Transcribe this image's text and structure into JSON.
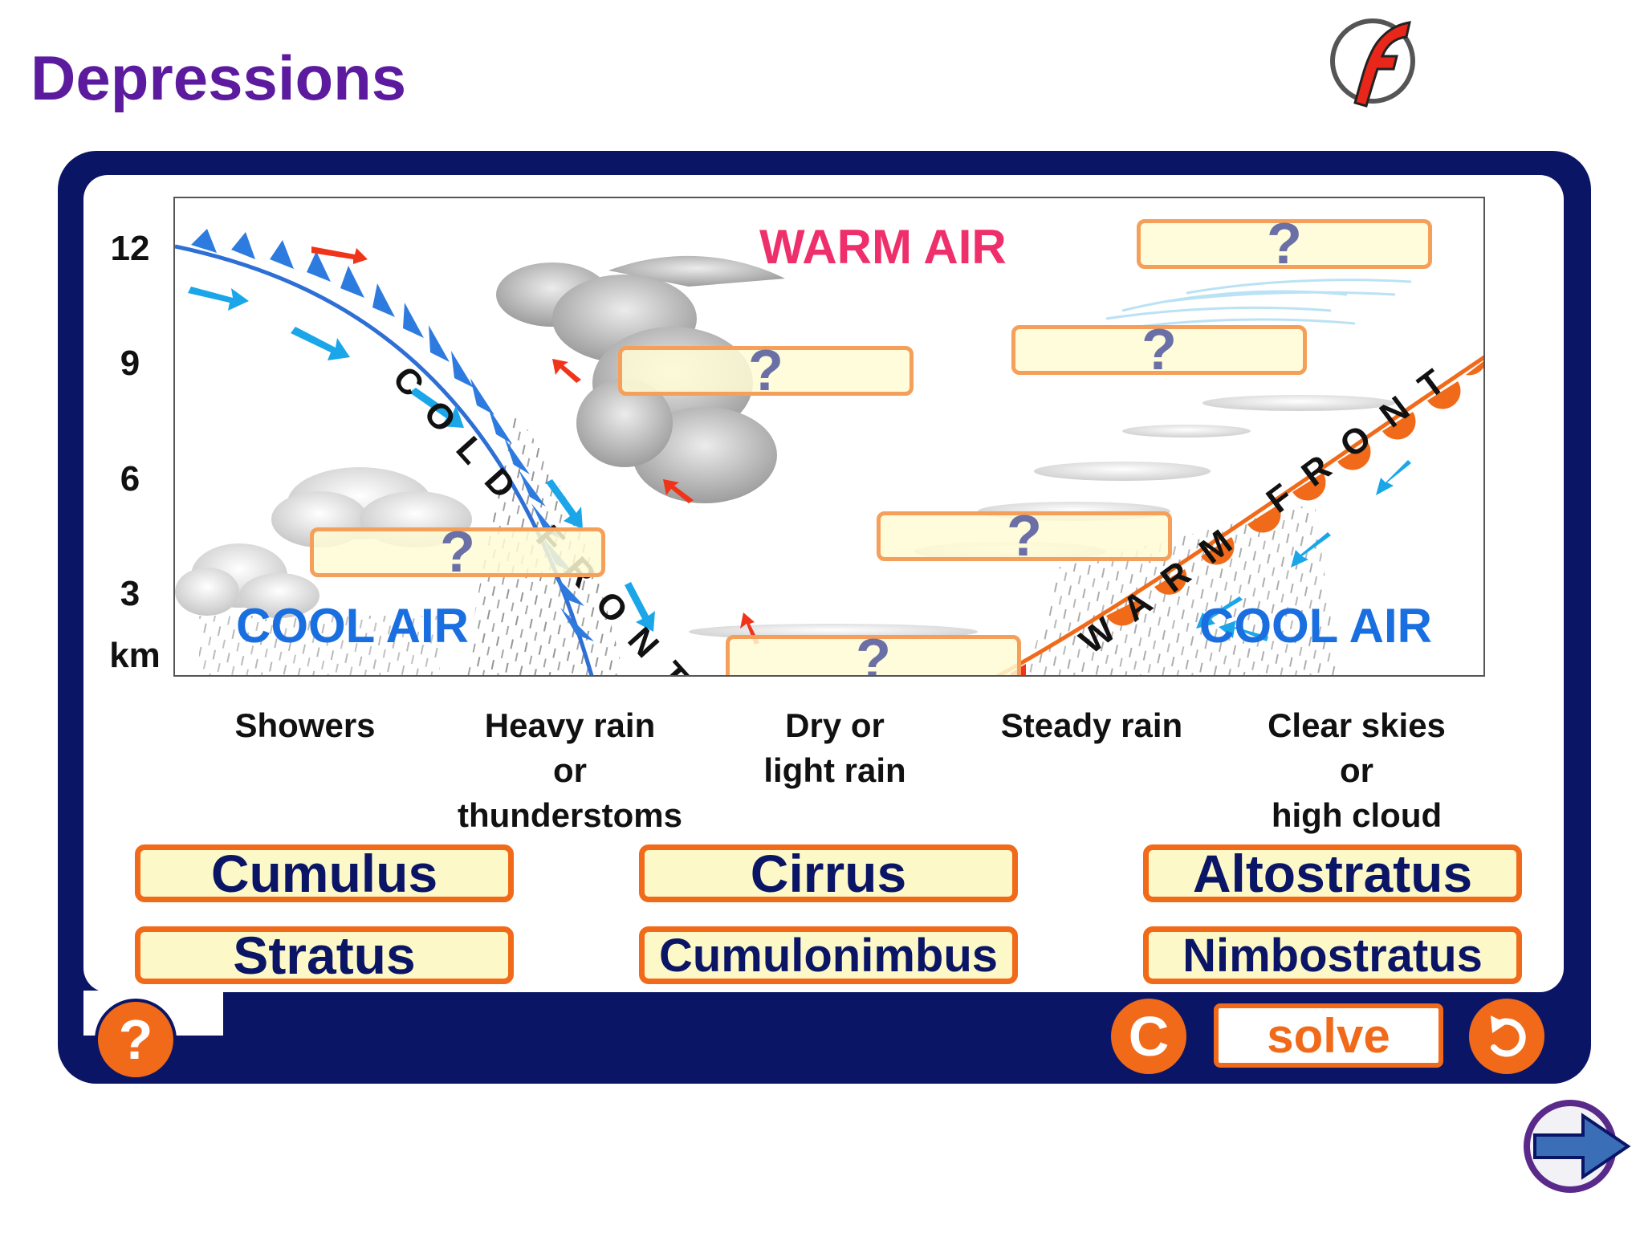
{
  "title": "Depressions",
  "logo_icon": "flash-logo-icon",
  "colors": {
    "title": "#5c1a9e",
    "frame": "#0b1566",
    "accent": "#f06a1a",
    "warm_label": "#ee2f6b",
    "cool_label": "#1a6fe0",
    "slot_border": "#f5a05a",
    "button_fill": "#fdf8c8"
  },
  "diagram": {
    "axis": {
      "labels": [
        "12",
        "9",
        "6",
        "3"
      ],
      "unit": "km"
    },
    "warm_air": "WARM AIR",
    "cool_air_left": "COOL AIR",
    "cool_air_right": "COOL AIR",
    "cold_front_label": "COLD FRONT",
    "warm_front_label": "WARM FRONT",
    "slots": [
      "?",
      "?",
      "?",
      "?",
      "?",
      "?"
    ]
  },
  "weather": [
    {
      "lines": [
        "Showers"
      ]
    },
    {
      "lines": [
        "Heavy rain",
        "or",
        "thunderstoms"
      ]
    },
    {
      "lines": [
        "Dry or",
        "light rain"
      ]
    },
    {
      "lines": [
        "Steady rain"
      ]
    },
    {
      "lines": [
        "Clear skies",
        "or",
        "high cloud"
      ]
    }
  ],
  "cloud_options": [
    "Cumulus",
    "Cirrus",
    "Altostratus",
    "Stratus",
    "Cumulonimbus",
    "Nimbostratus"
  ],
  "controls": {
    "help": "?",
    "reset": "C",
    "solve": "solve",
    "undo_icon": "undo-arrow-icon",
    "next_icon": "next-arrow-icon"
  }
}
